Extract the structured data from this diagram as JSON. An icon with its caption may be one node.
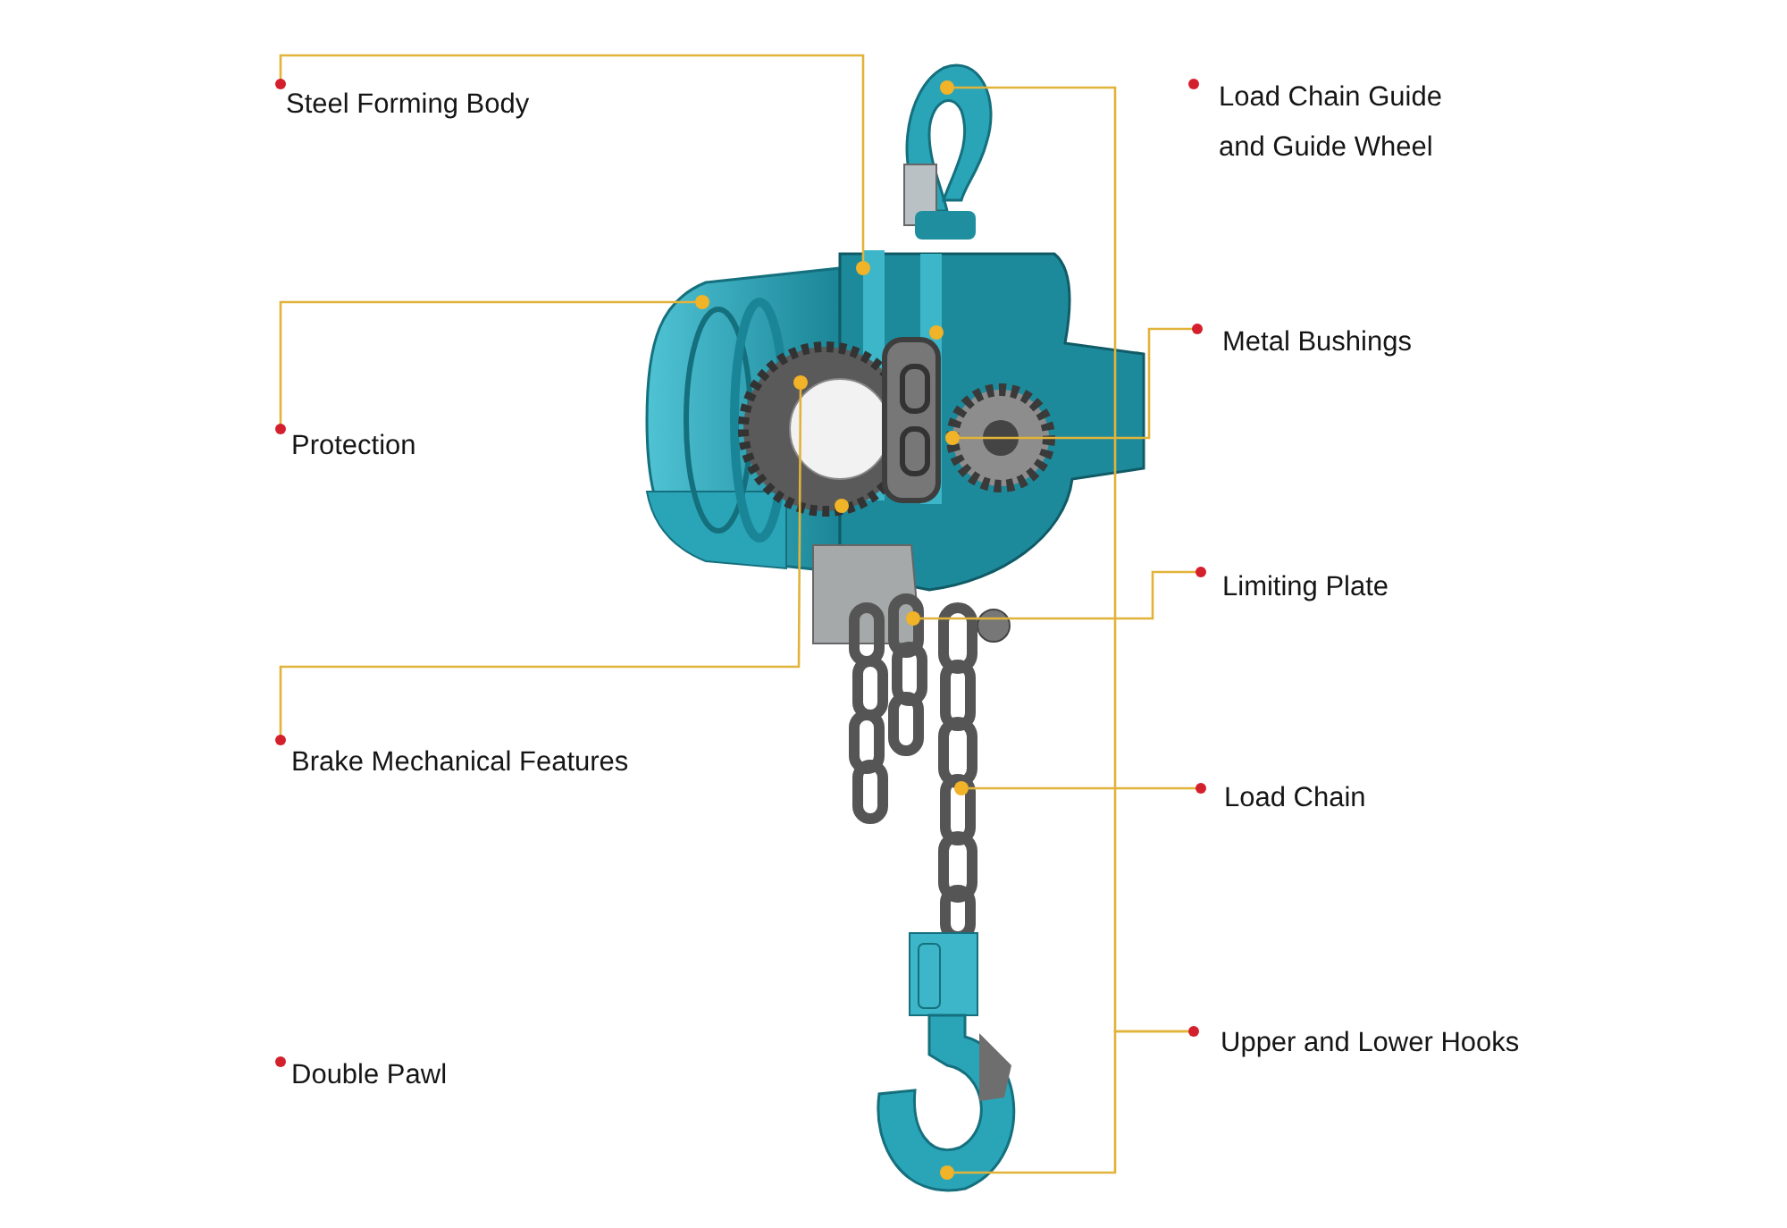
{
  "diagram": {
    "nodes": [
      {
        "text": [
          "Steel Forming Body"
        ]
      },
      {
        "text": [
          "Protection"
        ]
      },
      {
        "text": [
          "Brake Mechanical Features"
        ]
      },
      {
        "text": [
          "Metal Bushings"
        ]
      },
      {
        "text": [
          "Limiting Plate"
        ]
      },
      {
        "text": [
          "Load Chain"
        ]
      },
      {
        "text": [
          "Upper and Lower Hooks"
        ]
      },
      {
        "text": [],
        "shape": "circle"
      },
      {
        "text": [],
        "shape": "circle"
      },
      {
        "text": [],
        "shape": "circle"
      },
      {
        "text": [],
        "shape": "circle"
      },
      {
        "text": [],
        "shape": "circle"
      },
      {
        "text": [],
        "shape": "circle"
      },
      {
        "text": [],
        "shape": "circle"
      },
      {
        "text": [],
        "shape": "circle"
      }
    ],
    "edges": [
      {
        "from": 0,
        "to": 7,
        "arrow": "none"
      },
      {
        "from": 1,
        "to": 8,
        "arrow": "none"
      },
      {
        "from": 2,
        "to": 9,
        "arrow": "none"
      },
      {
        "from": 3,
        "to": 10,
        "arrow": "none"
      },
      {
        "from": 4,
        "to": 11,
        "arrow": "none"
      },
      {
        "from": 5,
        "to": 12,
        "arrow": "none"
      },
      {
        "from": 6,
        "to": 13,
        "arrow": "none"
      },
      {
        "from": 6,
        "to": 14,
        "arrow": "none"
      }
    ],
    "labels": [
      "Load Chain Guide and Guide Wheel",
      "Double Pawl"
    ]
  }
}
